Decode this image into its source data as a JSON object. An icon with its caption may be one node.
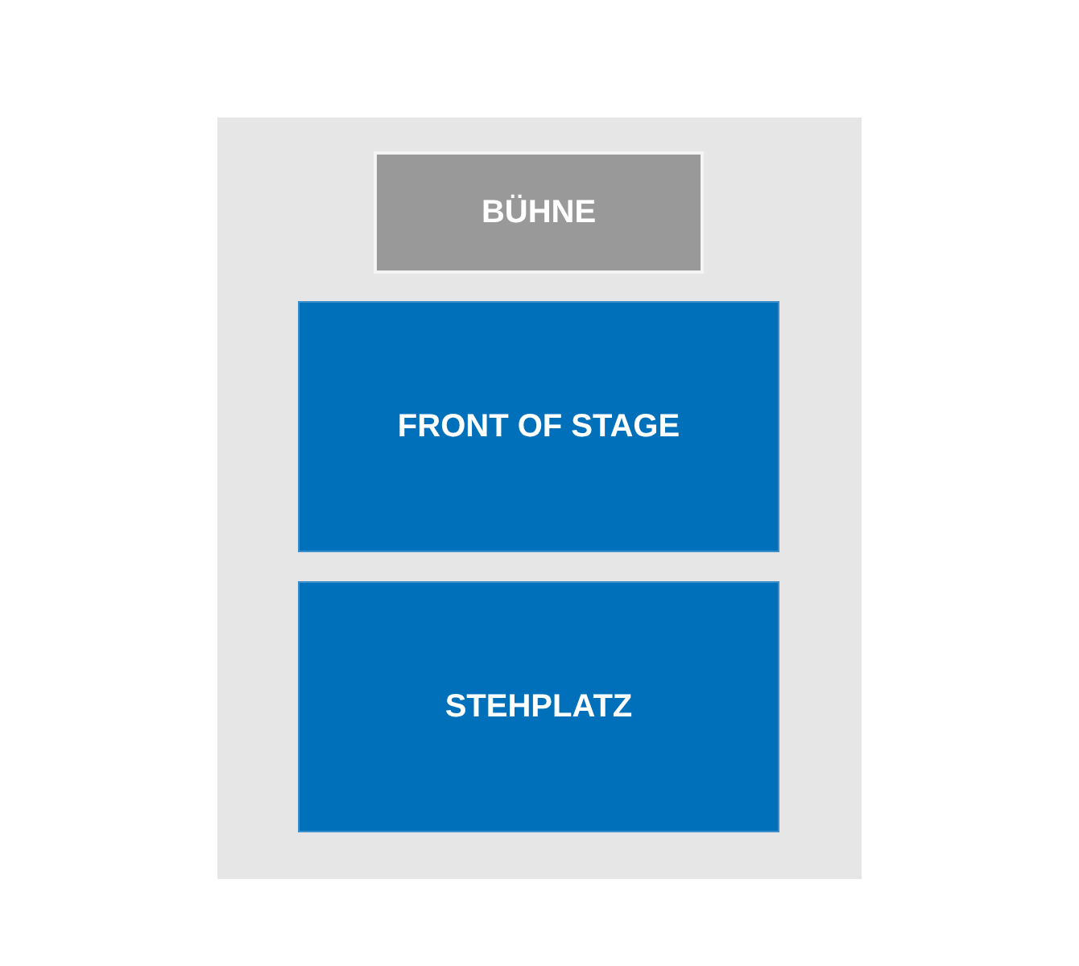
{
  "diagram": {
    "nodes": [
      {
        "text": [],
        "shape": "box"
      },
      {
        "text": [
          "BÜHNE"
        ],
        "in": 0
      },
      {
        "text": [
          "FRONT OF STAGE"
        ],
        "in": 0
      },
      {
        "text": [
          "STEHPLATZ"
        ],
        "in": 0
      }
    ]
  }
}
